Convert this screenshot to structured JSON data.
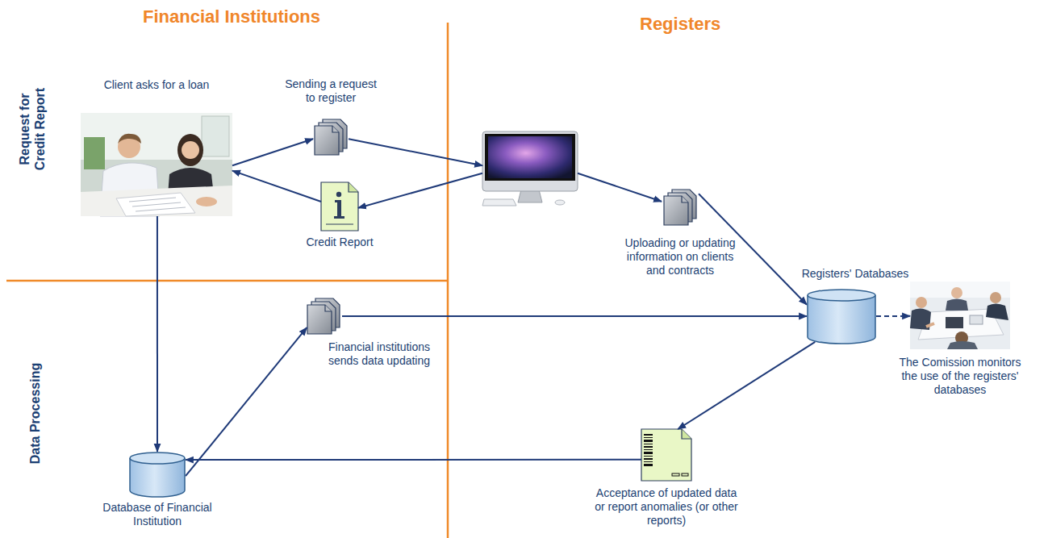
{
  "diagram": {
    "nodes": [
      {
        "text": [
          "Client asks for a loan"
        ]
      },
      {
        "text": [
          "Sending a request to register"
        ]
      },
      {
        "text": []
      },
      {
        "text": [
          "Credit Report"
        ]
      },
      {
        "text": [
          "Uploading or updating information on clients and contracts"
        ]
      },
      {
        "text": [
          "Registers' Databases"
        ]
      },
      {
        "text": [
          "The Comission monitors the use of the registers' databases"
        ]
      },
      {
        "text": [
          "Financial institutions sends data updating"
        ]
      },
      {
        "text": [
          "Database of Financial Institution"
        ]
      },
      {
        "text": [
          "Acceptance of updated data or report anomalies (or other reports)"
        ]
      }
    ],
    "edges": [
      {
        "from": 0,
        "to": 1,
        "arrow": "to"
      },
      {
        "from": 3,
        "to": 0,
        "arrow": "to"
      },
      {
        "from": 1,
        "to": 2,
        "arrow": "to"
      },
      {
        "from": 2,
        "to": 3,
        "arrow": "to"
      },
      {
        "from": 2,
        "to": 4,
        "arrow": "to"
      },
      {
        "from": 4,
        "to": 5,
        "arrow": "to"
      },
      {
        "from": 5,
        "to": 6,
        "arrow": "to"
      },
      {
        "from": 0,
        "to": 8,
        "arrow": "to"
      },
      {
        "from": 8,
        "to": 7,
        "arrow": "to"
      },
      {
        "from": 7,
        "to": 5,
        "arrow": "to"
      },
      {
        "from": 5,
        "to": 9,
        "arrow": "to"
      },
      {
        "from": 9,
        "to": 8,
        "arrow": "to"
      }
    ],
    "labels": [
      "Financial Institutions",
      "Registers",
      "Request for Credit Report",
      "Data Processing"
    ]
  }
}
